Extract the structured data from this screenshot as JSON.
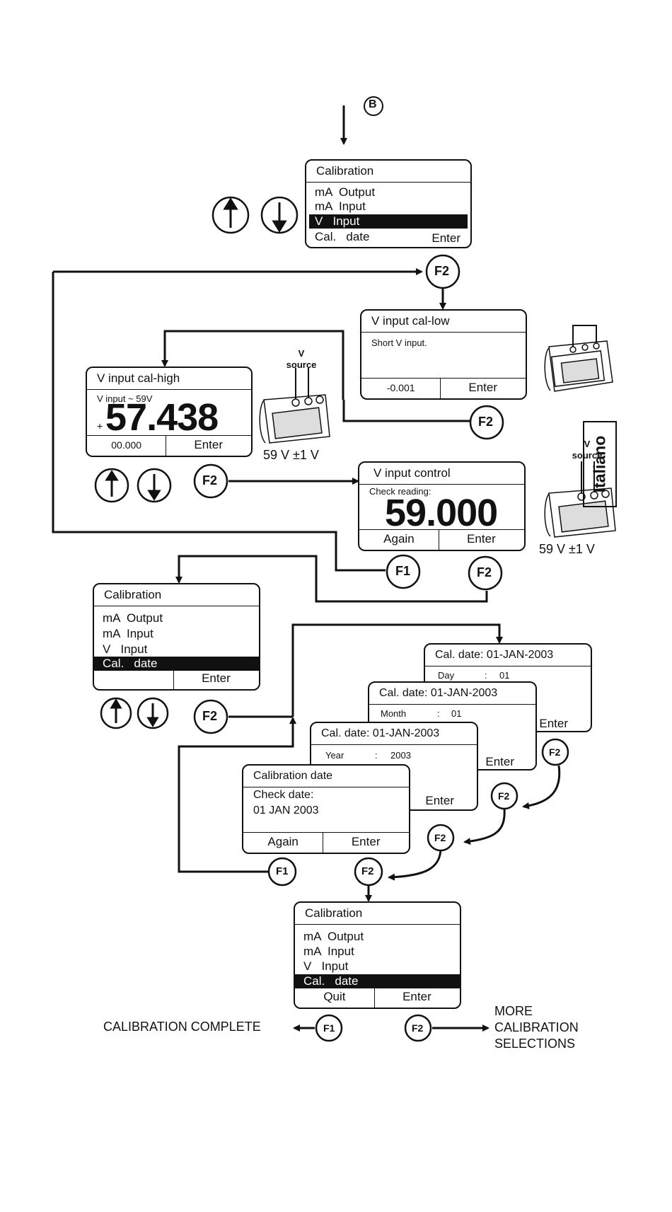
{
  "connector_label": "B",
  "language_tab": "Italiano",
  "key_labels": {
    "f1": "F1",
    "f2": "F2"
  },
  "screen_calibration_1": {
    "title": "Calibration",
    "items": [
      "mA  Output",
      "mA  Input",
      "V   Input",
      "Cal.   date"
    ],
    "footer_right": "Enter"
  },
  "screen_cal_low": {
    "title": "V input cal-low",
    "message": "Short V input.",
    "value": "-0.001",
    "footer_right": "Enter"
  },
  "screen_cal_high": {
    "title": "V input cal-high",
    "prompt": "V input ~ 59V",
    "sign": "+",
    "reading": "57.438",
    "value": "00.000",
    "footer_right": "Enter"
  },
  "v_source_label": "V\nsource",
  "v_source_tolerance": "59 V ±1 V",
  "screen_control": {
    "title": "V input control",
    "prompt": "Check reading:",
    "reading": "59.000",
    "footer_left": "Again",
    "footer_right": "Enter"
  },
  "screen_calibration_2": {
    "title": "Calibration",
    "items": [
      "mA  Output",
      "mA  Input",
      "V   Input",
      "Cal.   date"
    ],
    "footer_right": "Enter"
  },
  "screen_day": {
    "title": "Cal. date: 01-JAN-2003",
    "field": "Day",
    "value": "01",
    "footer_right": "Enter"
  },
  "screen_month": {
    "title": "Cal. date: 01-JAN-2003",
    "field": "Month",
    "value": "01",
    "footer_right": "Enter"
  },
  "screen_year": {
    "title": "Cal. date: 01-JAN-2003",
    "field": "Year",
    "value": "2003",
    "footer_right": "Enter"
  },
  "screen_check_date": {
    "title": "Calibration date",
    "prompt": "Check date:",
    "date": "01 JAN 2003",
    "footer_left": "Again",
    "footer_right": "Enter"
  },
  "screen_calibration_3": {
    "title": "Calibration",
    "items": [
      "mA  Output",
      "mA  Input",
      "V   Input",
      "Cal.   date"
    ],
    "footer_left": "Quit",
    "footer_right": "Enter"
  },
  "result_complete": "CALIBRATION COMPLETE",
  "result_more": "MORE\nCALIBRATION\nSELECTIONS"
}
